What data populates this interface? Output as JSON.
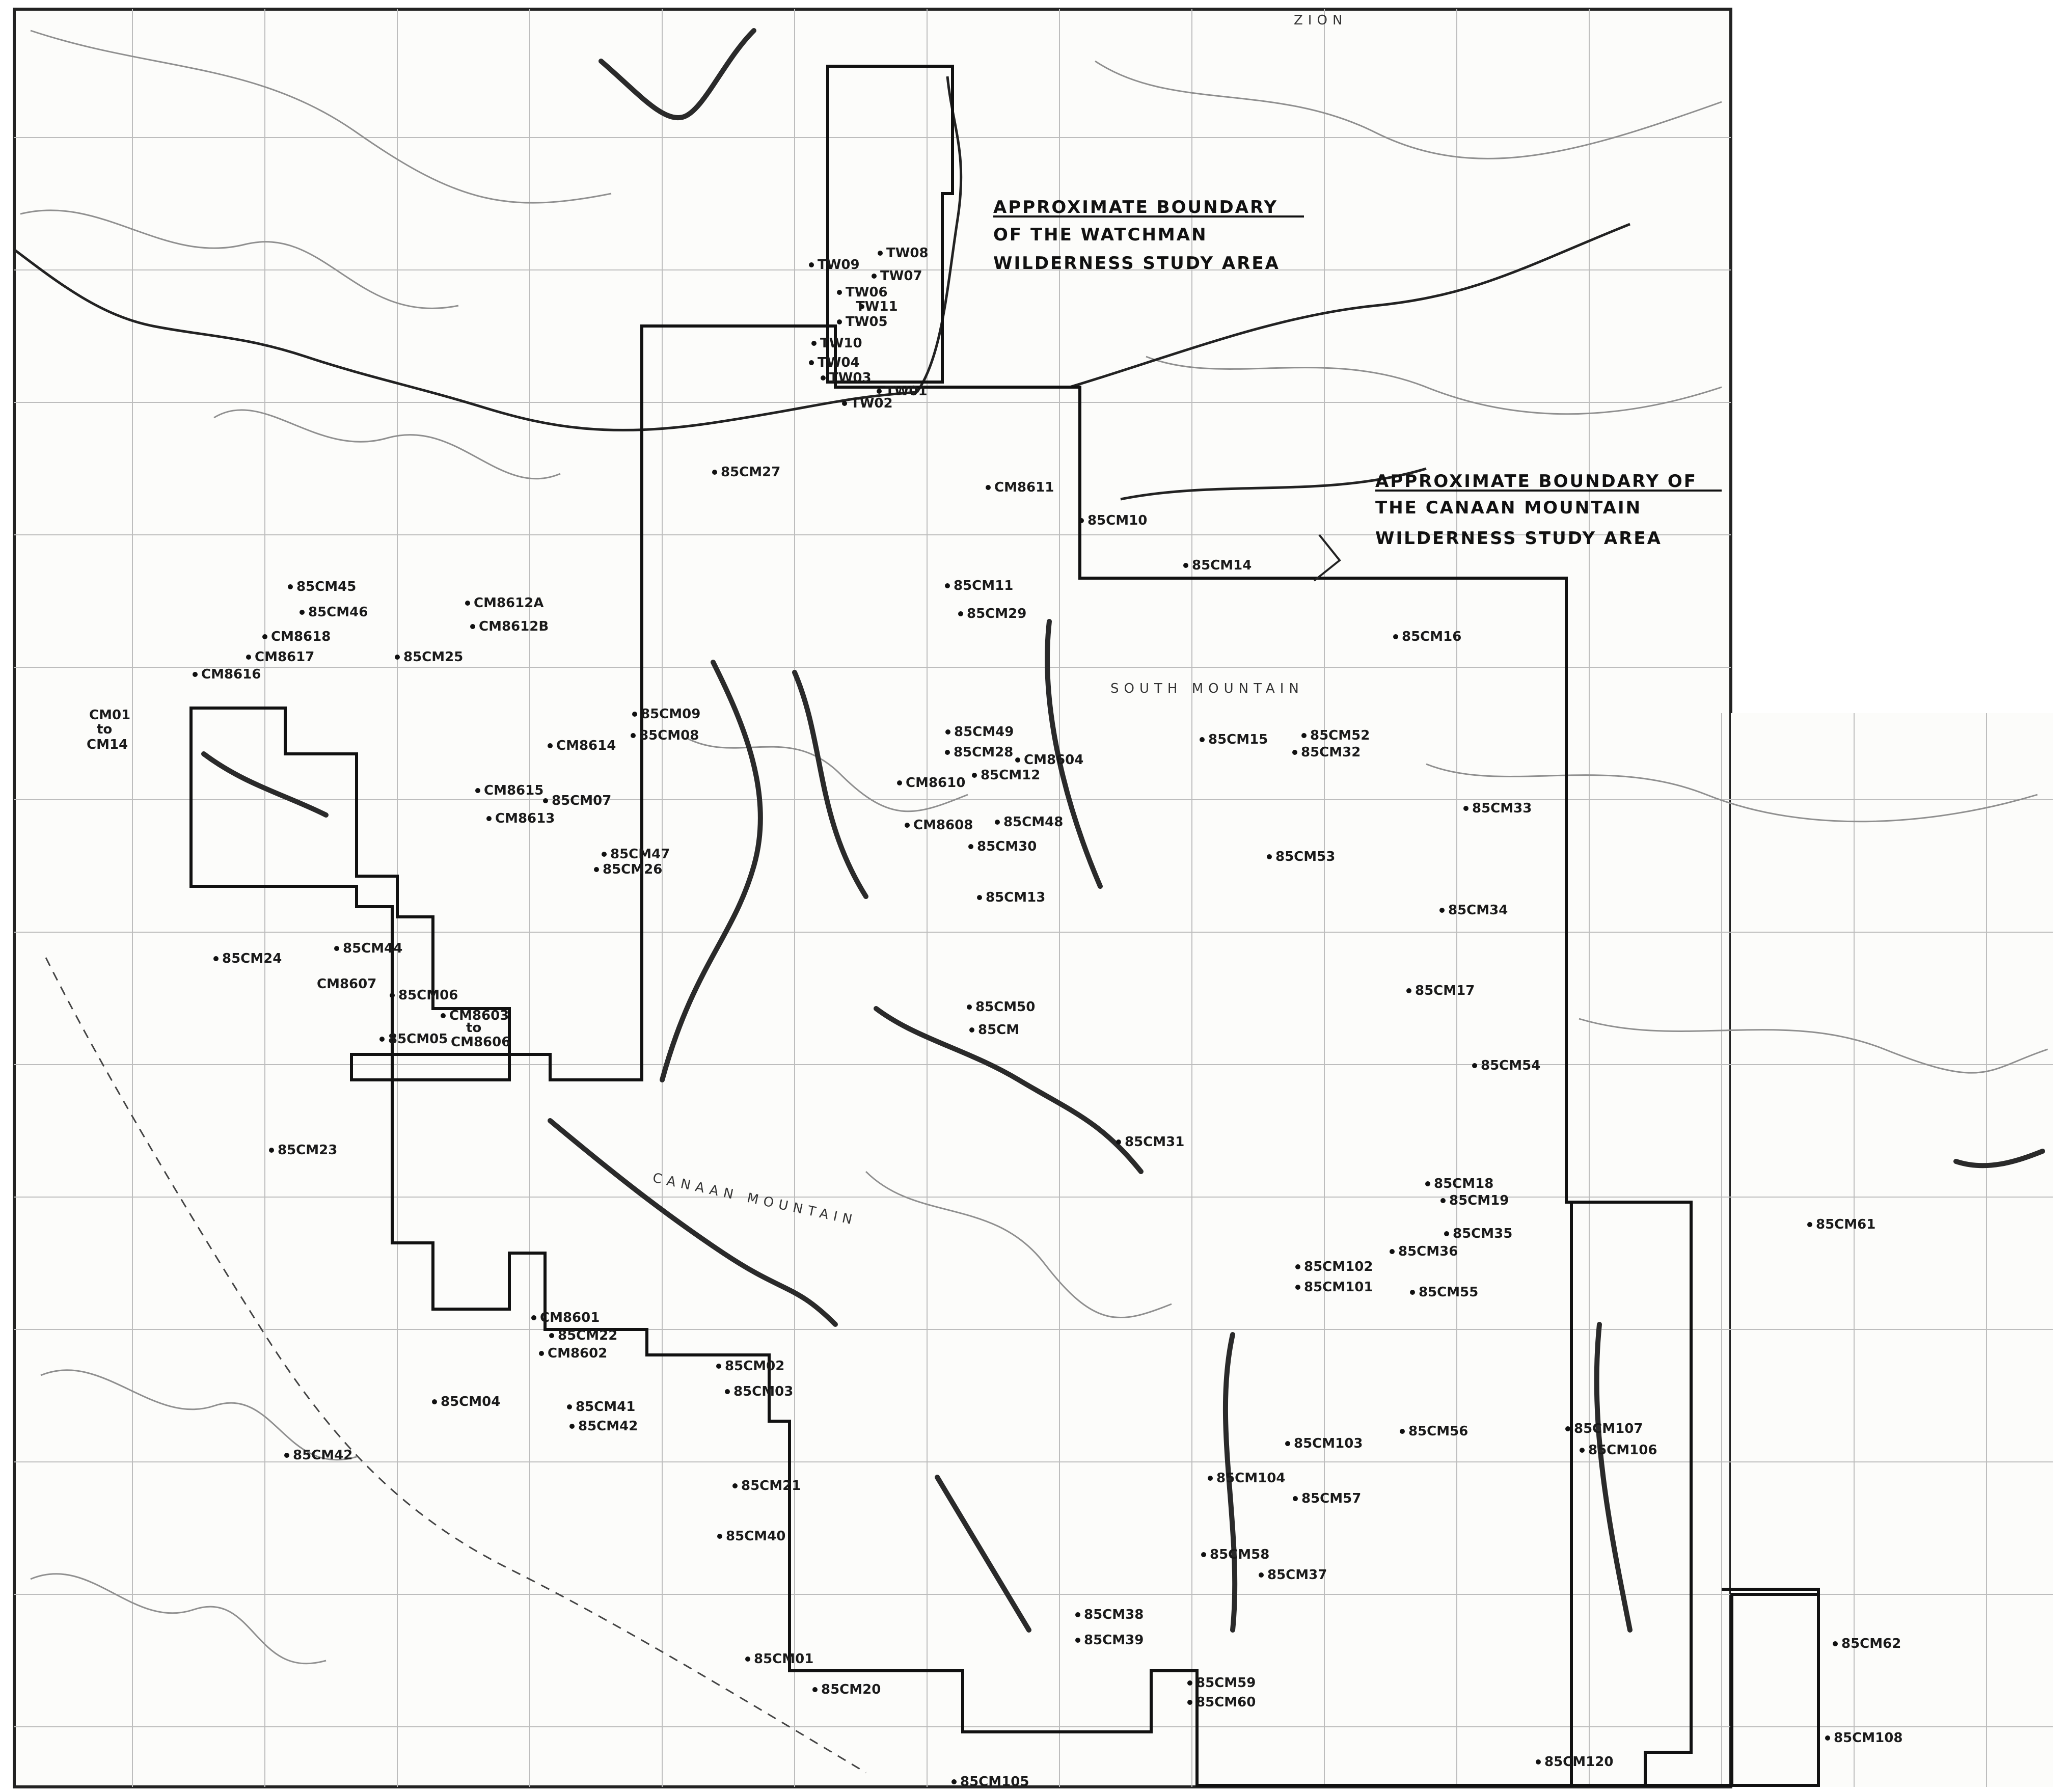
{
  "map": {
    "area_labels": {
      "watchman": [
        "APPROXIMATE BOUNDARY",
        "OF THE WATCHMAN",
        "WILDERNESS STUDY AREA"
      ],
      "canaan": [
        "APPROXIMATE BOUNDARY OF",
        "THE CANAAN MOUNTAIN",
        "WILDERNESS STUDY AREA"
      ]
    },
    "place_names": [
      "CANAAN MOUNTAIN",
      "SOUTH MOUNTAIN",
      "ZION"
    ],
    "samples": [
      "TW08",
      "TW09",
      "TW07",
      "TW06",
      "TW11",
      "TW05",
      "TW10",
      "TW04",
      "TW03",
      "TW01",
      "TW02",
      "85CM27",
      "CM8611",
      "85CM10",
      "85CM14",
      "85CM11",
      "85CM29",
      "85CM45",
      "85CM46",
      "CM8612A",
      "CM8612B",
      "CM8618",
      "CM8617",
      "CM8616",
      "85CM25",
      "CM01",
      "to",
      "CM14",
      "85CM09",
      "85CM08",
      "85CM49",
      "85CM28",
      "CM8604",
      "CM8610",
      "85CM12",
      "CM8614",
      "CM8615",
      "85CM07",
      "CM8613",
      "CM8608",
      "85CM48",
      "85CM30",
      "85CM47",
      "85CM26",
      "85CM13",
      "85CM16",
      "85CM15",
      "85CM52",
      "85CM32",
      "85CM33",
      "85CM53",
      "85CM34",
      "85CM24",
      "85CM44",
      "CM8607",
      "85CM06",
      "CM8603",
      "to",
      "CM8606",
      "85CM05",
      "85CM50",
      "85CM",
      "85CM17",
      "85CM54",
      "85CM31",
      "85CM23",
      "85CM18",
      "85CM19",
      "85CM35",
      "85CM36",
      "85CM102",
      "85CM101",
      "85CM55",
      "85CM61",
      "CM8601",
      "85CM22",
      "CM8602",
      "85CM02",
      "85CM03",
      "85CM04",
      "85CM41",
      "85CM42",
      "85CM42",
      "85CM103",
      "85CM56",
      "85CM107",
      "85CM106",
      "85CM104",
      "85CM57",
      "85CM21",
      "85CM40",
      "85CM58",
      "85CM37",
      "85CM38",
      "85CM39",
      "85CM01",
      "85CM20",
      "85CM59",
      "85CM60",
      "85CM62",
      "85CM108",
      "85CM120",
      "85CM105"
    ]
  }
}
